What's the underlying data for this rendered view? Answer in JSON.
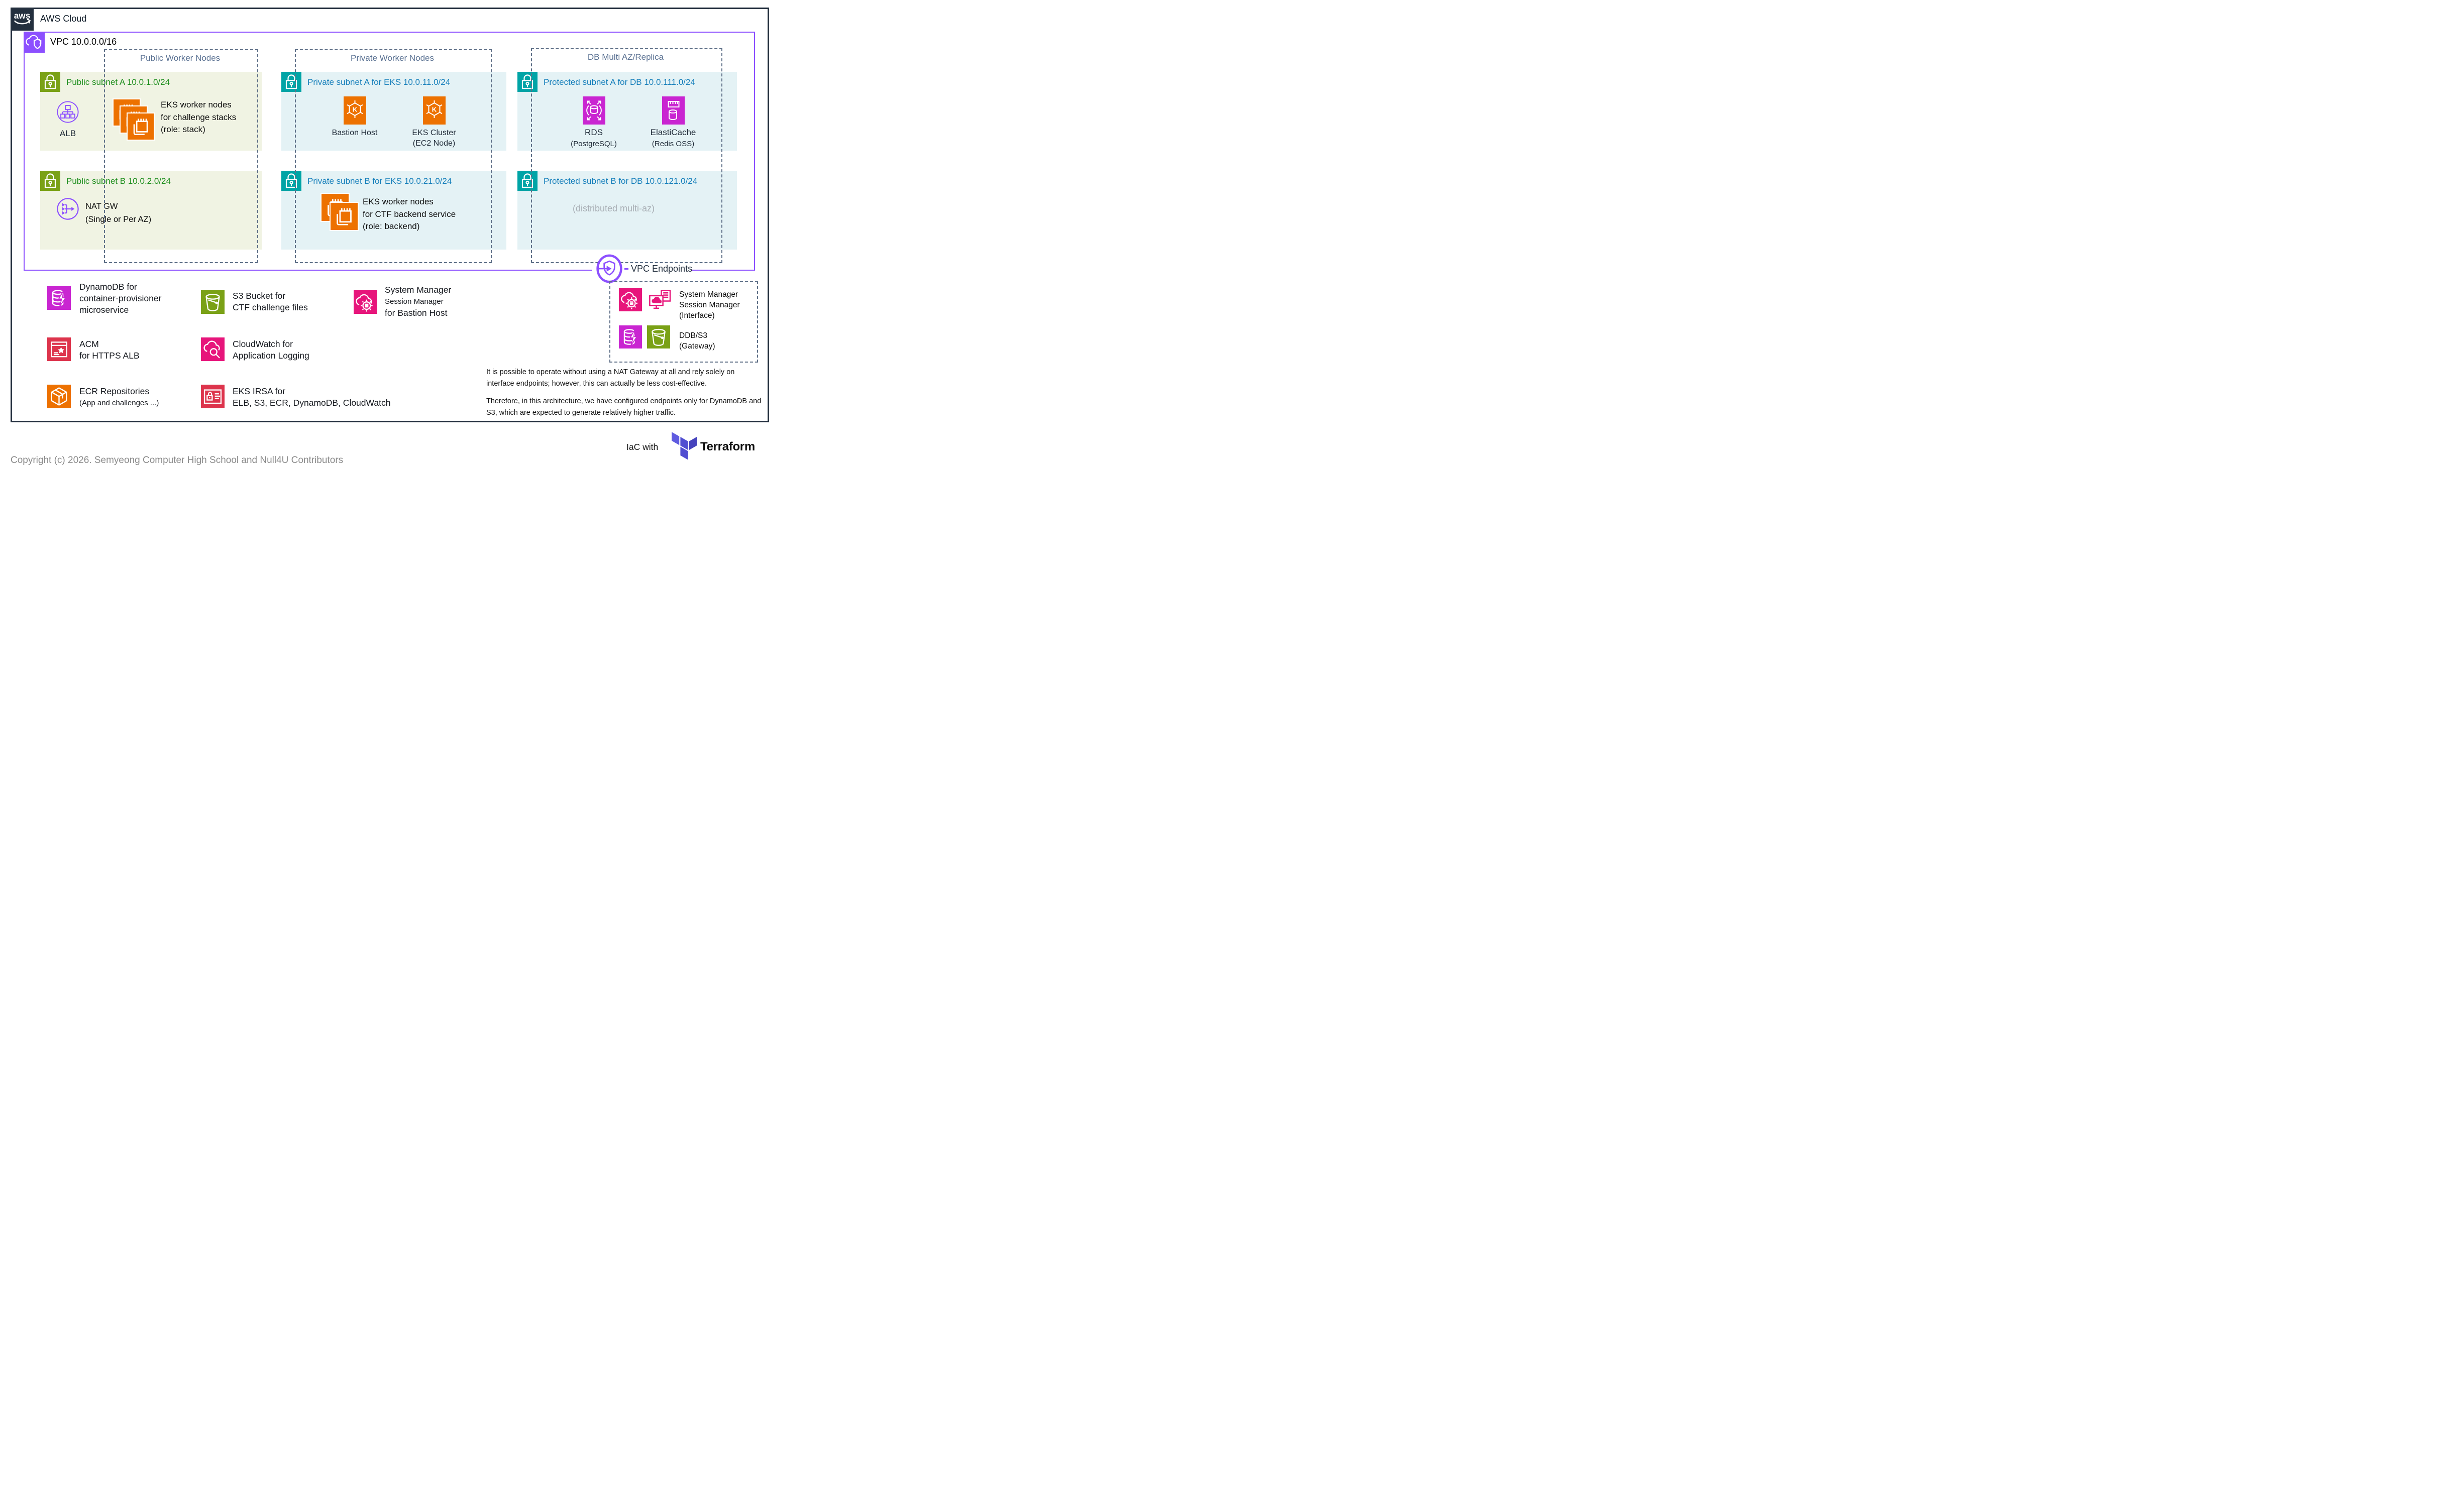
{
  "header": {
    "logo": "aws",
    "title": "AWS Cloud"
  },
  "vpc": {
    "label": "VPC 10.0.0.0/16",
    "endpoints_label": "VPC Endpoints"
  },
  "groups": {
    "public_workers": "Public Worker Nodes",
    "private_workers": "Private Worker Nodes",
    "db": "DB Multi AZ/Replica"
  },
  "subnets": {
    "public_a": {
      "title": "Public subnet A 10.0.1.0/24",
      "alb_label": "ALB",
      "eks_lines": [
        "EKS worker nodes",
        "for challenge stacks",
        "(role: stack)"
      ]
    },
    "public_b": {
      "title": "Public subnet B 10.0.2.0/24",
      "nat_lines": [
        "NAT GW",
        "(Single or Per AZ)"
      ]
    },
    "private_a": {
      "title": "Private subnet A for EKS 10.0.11.0/24",
      "bastion_label": "Bastion Host",
      "eks_cluster_lines": [
        "EKS Cluster",
        "(EC2 Node)"
      ]
    },
    "private_b": {
      "title": "Private subnet B for EKS 10.0.21.0/24",
      "eks_lines": [
        "EKS worker nodes",
        "for CTF backend service",
        "(role: backend)"
      ]
    },
    "protected_a": {
      "title": "Protected subnet A for DB 10.0.111.0/24",
      "rds_label": "RDS",
      "rds_sub": "(PostgreSQL)",
      "cache_label": "ElastiCache",
      "cache_sub": "(Redis OSS)"
    },
    "protected_b": {
      "title": "Protected subnet B for DB 10.0.121.0/24",
      "placeholder": "(distributed multi-az)"
    }
  },
  "endpoints_box": {
    "interface_lines": [
      "System Manager",
      "Session Manager",
      "(Interface)"
    ],
    "gateway_lines": [
      "DDB/S3",
      "(Gateway)"
    ]
  },
  "services": [
    {
      "icon": "dynamodb-icon",
      "lines": [
        "DynamoDB for",
        "container-provisioner",
        "microservice"
      ]
    },
    {
      "icon": "s3-bucket-icon",
      "lines": [
        "S3 Bucket for",
        "CTF challenge files"
      ]
    },
    {
      "icon": "systems-manager-icon",
      "lines": [
        "System Manager",
        "Session Manager",
        "for Bastion Host"
      ]
    },
    {
      "icon": "acm-icon",
      "lines": [
        "ACM",
        "for HTTPS ALB"
      ]
    },
    {
      "icon": "cloudwatch-icon",
      "lines": [
        "CloudWatch for",
        "Application Logging"
      ]
    },
    {
      "icon": "ecr-icon",
      "lines": [
        "ECR Repositories",
        "(App and challenges ...)"
      ]
    },
    {
      "icon": "eks-irsa-icon",
      "lines": [
        "EKS IRSA for",
        "ELB, S3, ECR, DynamoDB, CloudWatch"
      ]
    }
  ],
  "notes": [
    "It is possible to operate without using a NAT Gateway at all and rely solely on interface endpoints; however, this can actually be less cost-effective.",
    "Therefore, in this architecture, we have configured endpoints only for DynamoDB and S3, which are expected to generate relatively higher traffic."
  ],
  "footer": {
    "iac": "IaC with",
    "terraform": "Terraform",
    "copyright": "Copyright (c) 2026. Semyeong Computer High School and Null4U Contributors"
  },
  "colors": {
    "aws_dark": "#232F3E",
    "vpc_purple": "#8C4FFF",
    "public_badge_green": "#7AA116",
    "private_badge_teal": "#00A4A6",
    "public_subnet_bg": "#F0F3E3",
    "private_subnet_bg": "#E4F2F5",
    "public_title_green": "#1E8E1E",
    "private_title_blue": "#147EBA",
    "group_dash": "#5F7088",
    "compute_orange": "#ED7100",
    "db_magenta": "#C925D1",
    "mgmt_pink": "#E7157B",
    "security_red": "#DD344C",
    "storage_green": "#7AA116",
    "terraform_light": "#5F5BE0",
    "terraform_dark": "#4643BD",
    "muted_gray": "#A8AEB4",
    "copyright_gray": "#8A8A8A"
  }
}
